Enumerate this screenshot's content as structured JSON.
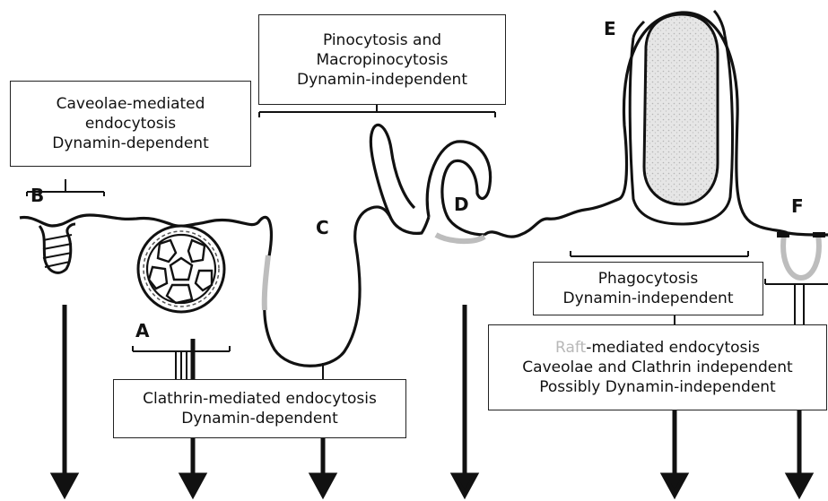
{
  "labels": {
    "caveolae": {
      "line1": "Caveolae-mediated",
      "line2": "endocytosis",
      "line3": "Dynamin-dependent"
    },
    "pinocytosis": {
      "line1": "Pinocytosis and",
      "line2": "Macropinocytosis",
      "line3": "Dynamin-independent"
    },
    "clathrin": {
      "line1": "Clathrin-mediated endocytosis",
      "line2": "Dynamin-dependent"
    },
    "phagocytosis": {
      "line1": "Phagocytosis",
      "line2": "Dynamin-independent"
    },
    "raft": {
      "line1_faint": "Raft",
      "line1_rest": "-mediated endocytosis",
      "line2": "Caveolae and Clathrin independent",
      "line3": "Possibly Dynamin-independent"
    }
  },
  "letters": {
    "a": "A",
    "b": "B",
    "c": "C",
    "d": "D",
    "e": "E",
    "f": "F"
  },
  "colors": {
    "line": "#111111",
    "faint": "#b8b8b8",
    "stipple": "#d9d9d9"
  }
}
